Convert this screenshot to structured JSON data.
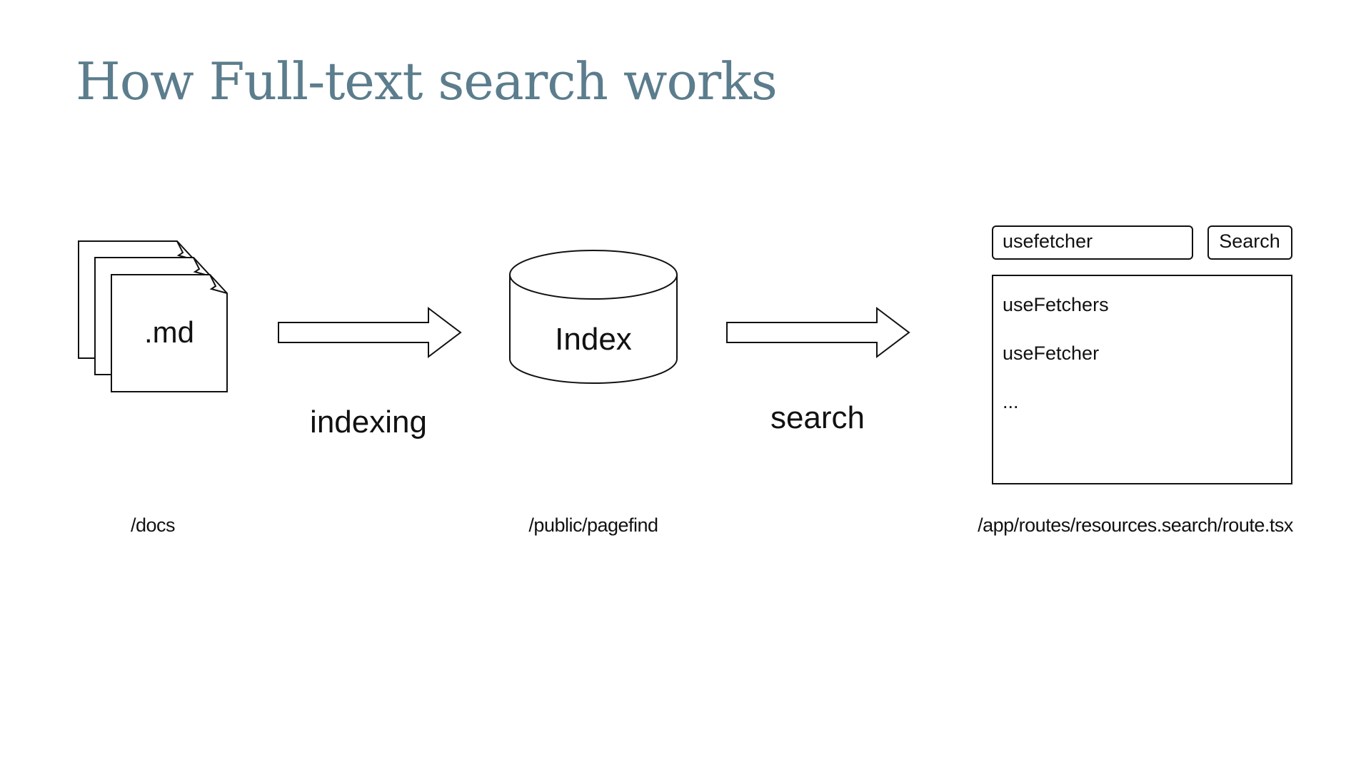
{
  "title": "How Full-text search works",
  "diagram": {
    "docs_icon_label": ".md",
    "arrow1_label": "indexing",
    "index_label": "Index",
    "arrow2_label": "search",
    "search_input_value": "usefetcher",
    "search_button_label": "Search",
    "results": [
      "useFetchers",
      "useFetcher",
      "..."
    ],
    "path_docs": "/docs",
    "path_index": "/public/pagefind",
    "path_route": "/app/routes/resources.search/route.tsx"
  }
}
